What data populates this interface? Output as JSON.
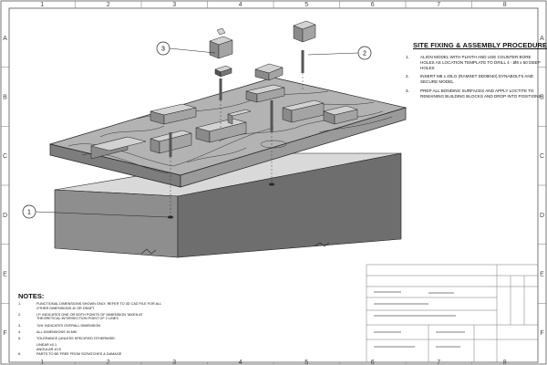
{
  "border": {
    "columns": [
      "1",
      "2",
      "3",
      "4",
      "5",
      "6",
      "7",
      "8"
    ],
    "rows": [
      "A",
      "B",
      "C",
      "D",
      "E",
      "F"
    ]
  },
  "callouts": [
    "1",
    "2",
    "3"
  ],
  "procedure": {
    "title": "SITE FIXING & ASSEMBLY PROCEDURE:",
    "steps": [
      {
        "num": "1.",
        "text": "ALIGN MODEL WITH PLINTH AND USE COUNTER BORE HOLES AS LOCATION TEMPLATE TO DRILL 4 - Ø8 x 50 DEEP HOLES"
      },
      {
        "num": "2.",
        "text": "INSERT M8 x 40LG  (RAMSET DD08040) DYNABOLTS AND SECURE MODEL"
      },
      {
        "num": "3.",
        "text": "PREP ALL BONDING SURFACES AND APPLY LOCTITE TO REMAINING BUILDING BLOCKS AND DROP INTO POSITIONS"
      }
    ]
  },
  "notes": {
    "title": "NOTES:",
    "items": [
      {
        "num": "1.",
        "text": "FUNCTIONAL DIMENSIONS SHOWN ONLY, REFER TO 3D CAD FILE FOR ALL OTHER DIMENSIONS &/ OR DRAFT"
      },
      {
        "num": "2.",
        "text": "I.P. INDICATES ONE OR BOTH POINTS OF DIMENSION TAKEN AT THEORETICAL INTERSECTION POINT OF 2 LINES"
      },
      {
        "num": "3.",
        "text": "'O/A' INDICATES OVERALL DIMENSION"
      },
      {
        "num": "4.",
        "text": "ALL DIMENSIONS IN MM"
      },
      {
        "num": "5.",
        "text": "TOLERANCE (UNLESS SPECIFIED OTHERWISE:",
        "sub": [
          "LINEAR ±0.1",
          "ANGULAR ±0.5"
        ]
      },
      {
        "num": "6.",
        "text": "PARTS TO BE FREE FROM SCRATCHES & DAMAGE"
      }
    ]
  },
  "colors": {
    "line": "#222222",
    "top_face": "#b3b3b3",
    "front_face": "#7d7d7d",
    "side_face": "#9a9a9a",
    "plinth_top": "#d9d9d9",
    "plinth_front": "#8e8e8e",
    "plinth_side": "#6e6e6e",
    "block_light": "#d2d2d2",
    "block_dark": "#8a8a8a"
  }
}
